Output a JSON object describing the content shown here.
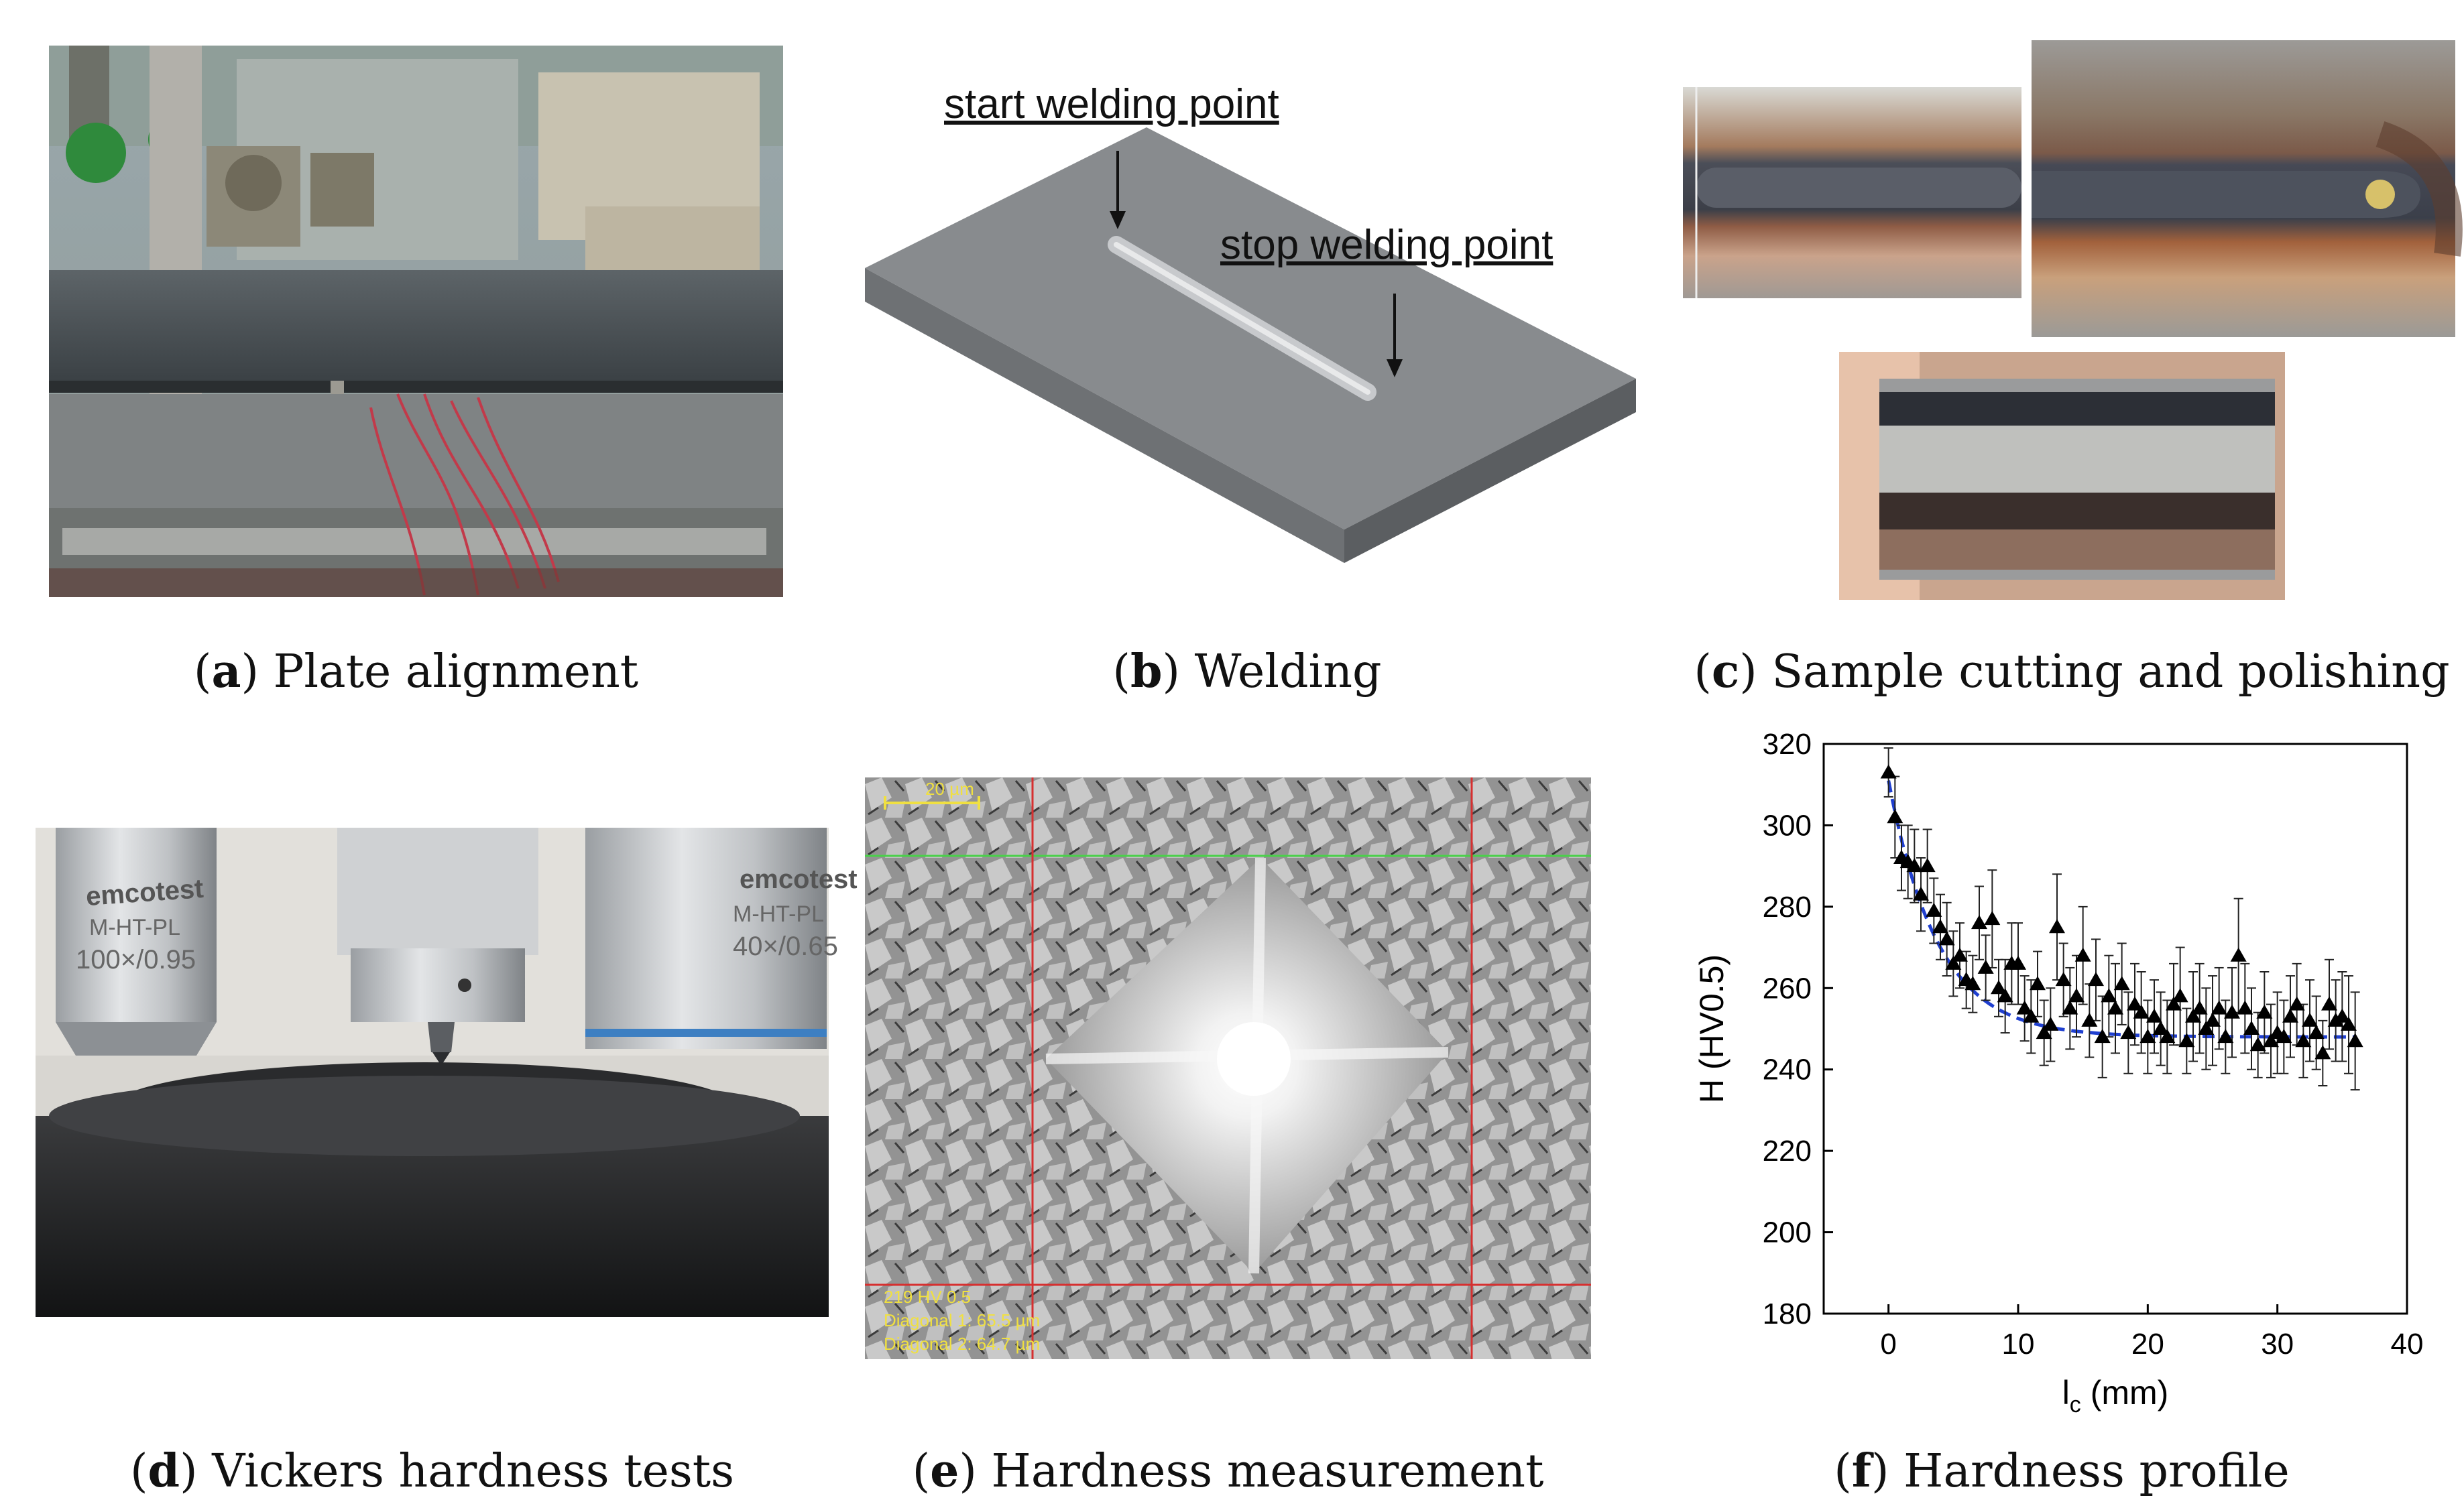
{
  "panels": {
    "a": {
      "letter": "a",
      "caption": "Plate alignment"
    },
    "b": {
      "letter": "b",
      "caption": "Welding",
      "labels": {
        "start": "start welding point",
        "stop": "stop welding point"
      }
    },
    "c": {
      "letter": "c",
      "caption": "Sample cutting and polishing"
    },
    "d": {
      "letter": "d",
      "caption": "Vickers hardness tests",
      "lens_text": {
        "left_brand": "emcotest",
        "left_mag": "100×/0.95",
        "right_brand": "emcotest",
        "right_mag": "40×/0.65",
        "model": "M-HT-PL"
      }
    },
    "e": {
      "letter": "e",
      "caption": "Hardness measurement",
      "overlay": {
        "scale": "20 µm",
        "line1": "219 HV 0.5",
        "line2": "Diagonal 1: 65.5 µm",
        "line3": "Diagonal 2: 64.7 µm"
      }
    },
    "f": {
      "letter": "f",
      "caption": "Hardness profile"
    }
  },
  "chart_data": {
    "type": "scatter",
    "ylabel": "H (HV0.5)",
    "xlabel_main": "l",
    "xlabel_sub": "c",
    "xlabel_unit": " (mm)",
    "xlim": [
      -5,
      40
    ],
    "ylim": [
      180,
      320
    ],
    "xticks": [
      0,
      10,
      20,
      30,
      40
    ],
    "yticks": [
      180,
      200,
      220,
      240,
      260,
      280,
      300,
      320
    ],
    "marker_color": "#000000",
    "fit_color": "#1f3fd0",
    "points": [
      {
        "x": 0.0,
        "y": 313,
        "err": 6
      },
      {
        "x": 0.5,
        "y": 302,
        "err": 10
      },
      {
        "x": 1.0,
        "y": 292,
        "err": 8
      },
      {
        "x": 1.5,
        "y": 291,
        "err": 9
      },
      {
        "x": 2.0,
        "y": 290,
        "err": 9
      },
      {
        "x": 2.5,
        "y": 283,
        "err": 9
      },
      {
        "x": 3.0,
        "y": 290,
        "err": 9
      },
      {
        "x": 3.5,
        "y": 279,
        "err": 8
      },
      {
        "x": 4.0,
        "y": 275,
        "err": 8
      },
      {
        "x": 4.5,
        "y": 272,
        "err": 9
      },
      {
        "x": 5.0,
        "y": 266,
        "err": 8
      },
      {
        "x": 5.5,
        "y": 268,
        "err": 8
      },
      {
        "x": 6.0,
        "y": 262,
        "err": 7
      },
      {
        "x": 6.5,
        "y": 261,
        "err": 7
      },
      {
        "x": 7.0,
        "y": 276,
        "err": 9
      },
      {
        "x": 7.5,
        "y": 265,
        "err": 8
      },
      {
        "x": 8.0,
        "y": 277,
        "err": 12
      },
      {
        "x": 8.5,
        "y": 260,
        "err": 7
      },
      {
        "x": 9.0,
        "y": 258,
        "err": 9
      },
      {
        "x": 9.5,
        "y": 266,
        "err": 10
      },
      {
        "x": 10.0,
        "y": 266,
        "err": 10
      },
      {
        "x": 10.5,
        "y": 255,
        "err": 8
      },
      {
        "x": 11.0,
        "y": 253,
        "err": 9
      },
      {
        "x": 11.5,
        "y": 261,
        "err": 8
      },
      {
        "x": 12.0,
        "y": 249,
        "err": 8
      },
      {
        "x": 12.5,
        "y": 251,
        "err": 9
      },
      {
        "x": 13.0,
        "y": 275,
        "err": 13
      },
      {
        "x": 13.5,
        "y": 262,
        "err": 9
      },
      {
        "x": 14.0,
        "y": 255,
        "err": 10
      },
      {
        "x": 14.5,
        "y": 258,
        "err": 10
      },
      {
        "x": 15.0,
        "y": 268,
        "err": 12
      },
      {
        "x": 15.5,
        "y": 252,
        "err": 9
      },
      {
        "x": 16.0,
        "y": 262,
        "err": 10
      },
      {
        "x": 16.5,
        "y": 248,
        "err": 10
      },
      {
        "x": 17.0,
        "y": 258,
        "err": 10
      },
      {
        "x": 17.5,
        "y": 255,
        "err": 11
      },
      {
        "x": 18.0,
        "y": 261,
        "err": 10
      },
      {
        "x": 18.5,
        "y": 249,
        "err": 10
      },
      {
        "x": 19.0,
        "y": 256,
        "err": 10
      },
      {
        "x": 19.5,
        "y": 254,
        "err": 10
      },
      {
        "x": 20.0,
        "y": 248,
        "err": 9
      },
      {
        "x": 20.5,
        "y": 253,
        "err": 9
      },
      {
        "x": 21.0,
        "y": 250,
        "err": 9
      },
      {
        "x": 21.5,
        "y": 248,
        "err": 9
      },
      {
        "x": 22.0,
        "y": 256,
        "err": 10
      },
      {
        "x": 22.5,
        "y": 258,
        "err": 12
      },
      {
        "x": 23.0,
        "y": 247,
        "err": 8
      },
      {
        "x": 23.5,
        "y": 253,
        "err": 11
      },
      {
        "x": 24.0,
        "y": 255,
        "err": 11
      },
      {
        "x": 24.5,
        "y": 250,
        "err": 10
      },
      {
        "x": 25.0,
        "y": 252,
        "err": 11
      },
      {
        "x": 25.5,
        "y": 255,
        "err": 10
      },
      {
        "x": 26.0,
        "y": 248,
        "err": 9
      },
      {
        "x": 26.5,
        "y": 254,
        "err": 11
      },
      {
        "x": 27.0,
        "y": 268,
        "err": 14
      },
      {
        "x": 27.5,
        "y": 255,
        "err": 11
      },
      {
        "x": 28.0,
        "y": 250,
        "err": 10
      },
      {
        "x": 28.5,
        "y": 246,
        "err": 8
      },
      {
        "x": 29.0,
        "y": 254,
        "err": 10
      },
      {
        "x": 29.5,
        "y": 247,
        "err": 9
      },
      {
        "x": 30.0,
        "y": 249,
        "err": 10
      },
      {
        "x": 30.5,
        "y": 248,
        "err": 9
      },
      {
        "x": 31.0,
        "y": 253,
        "err": 10
      },
      {
        "x": 31.5,
        "y": 256,
        "err": 10
      },
      {
        "x": 32.0,
        "y": 247,
        "err": 9
      },
      {
        "x": 32.5,
        "y": 252,
        "err": 10
      },
      {
        "x": 33.0,
        "y": 249,
        "err": 9
      },
      {
        "x": 33.5,
        "y": 244,
        "err": 8
      },
      {
        "x": 34.0,
        "y": 256,
        "err": 11
      },
      {
        "x": 34.5,
        "y": 252,
        "err": 10
      },
      {
        "x": 35.0,
        "y": 253,
        "err": 11
      },
      {
        "x": 35.5,
        "y": 251,
        "err": 12
      },
      {
        "x": 36.0,
        "y": 247,
        "err": 12
      }
    ],
    "fit": {
      "type": "exponential_decay",
      "a": 248,
      "b": 63,
      "tau": 3.8,
      "x_range": [
        0,
        36
      ]
    }
  }
}
